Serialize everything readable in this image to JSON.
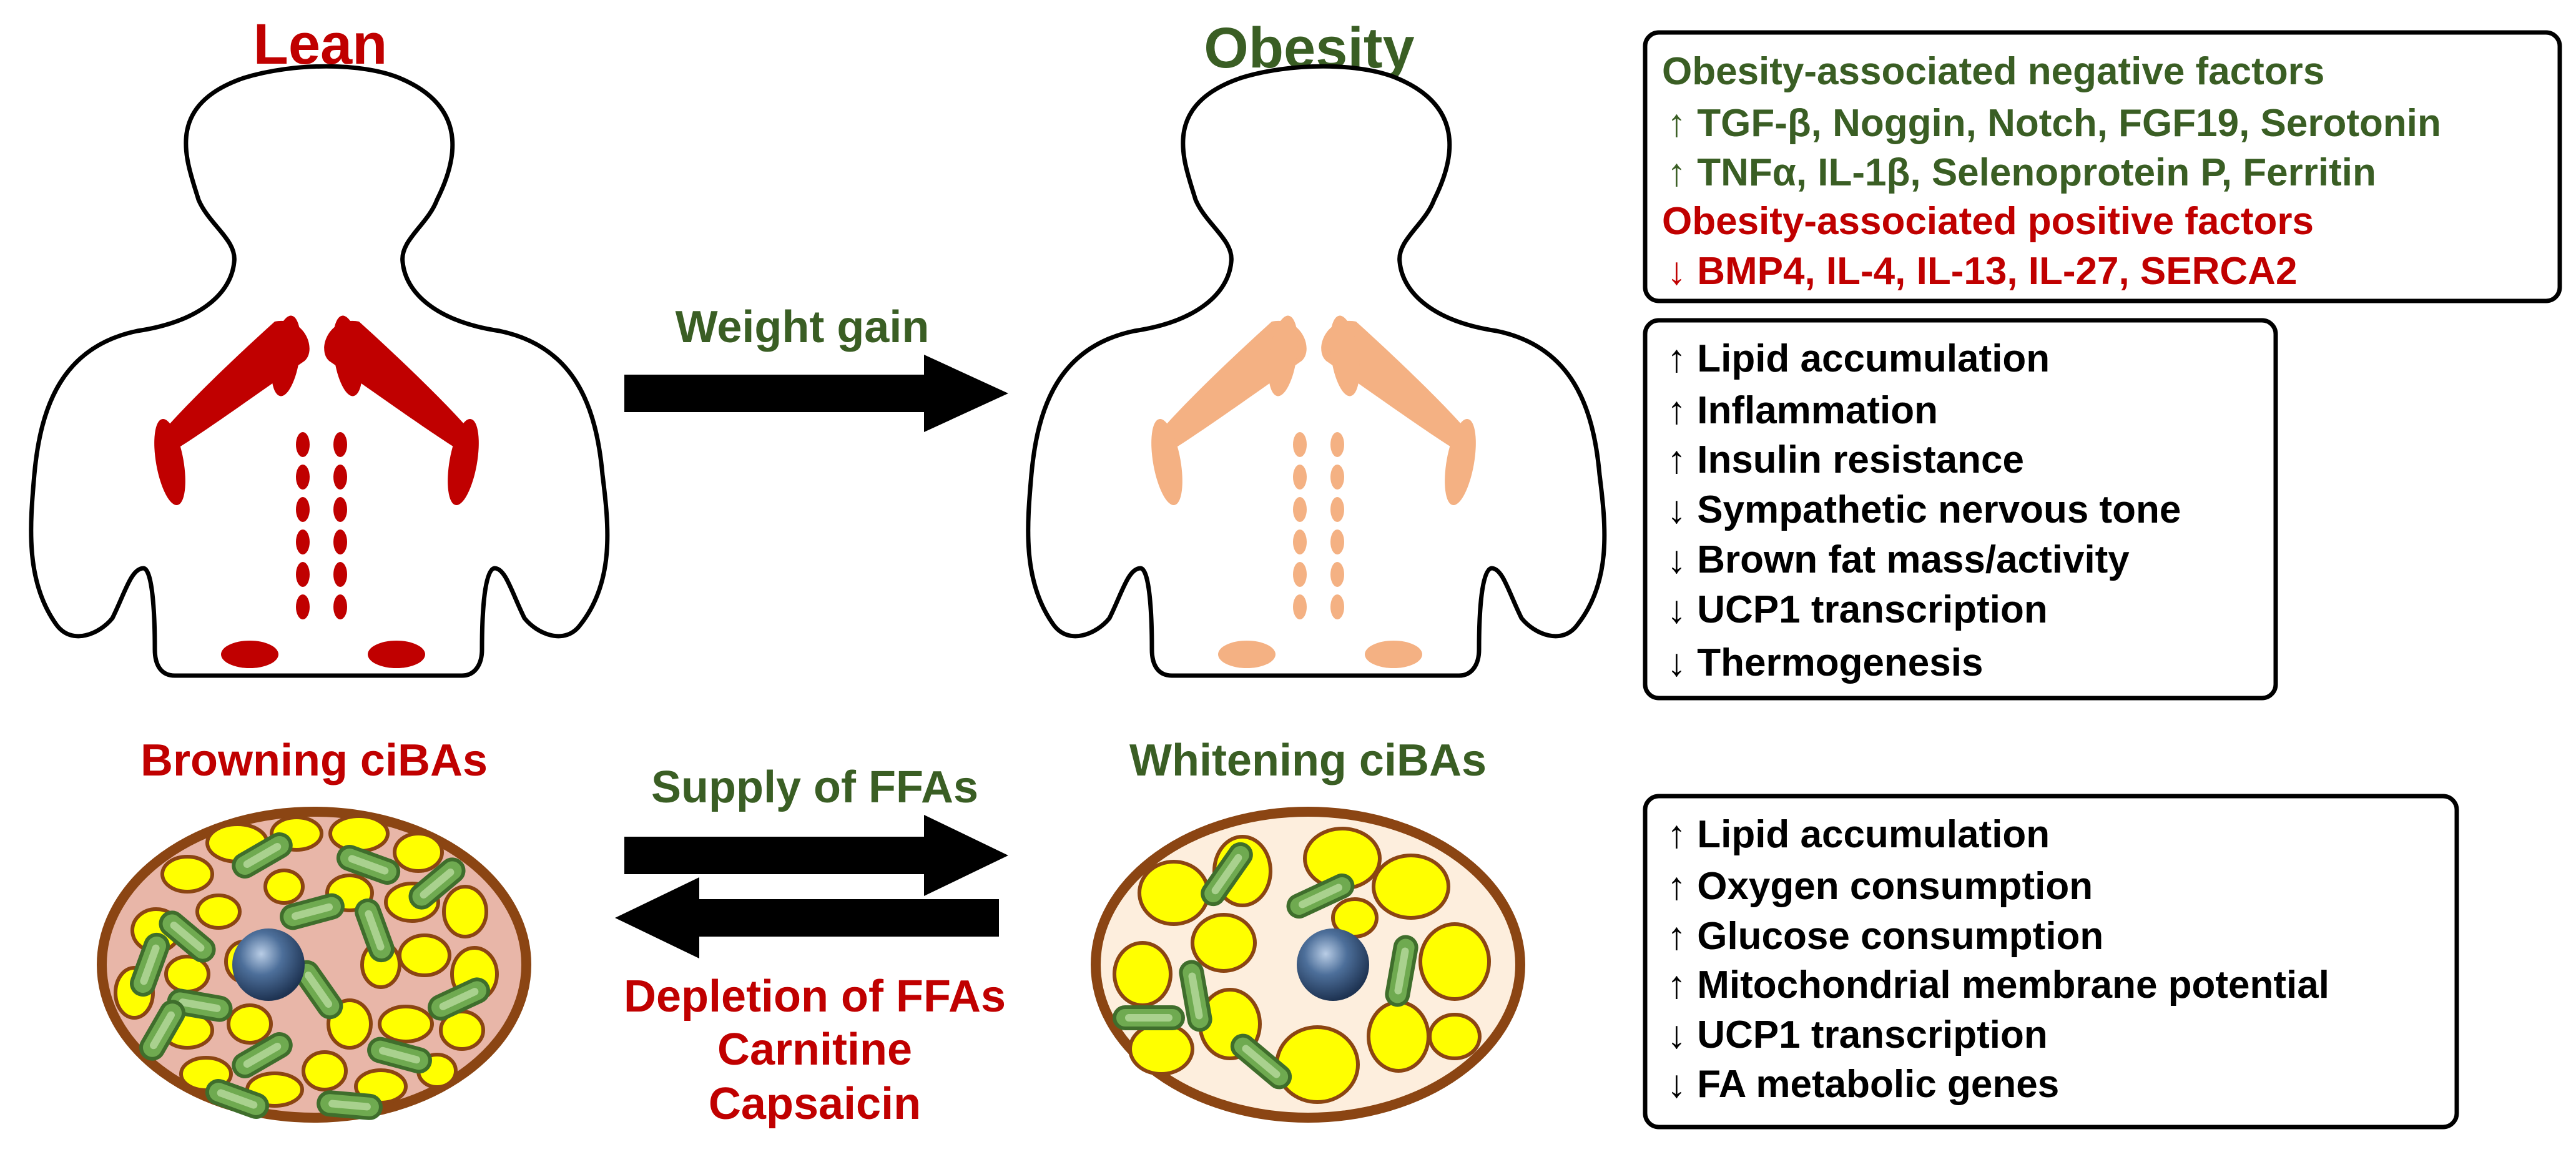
{
  "colors": {
    "red": "#c00000",
    "green": "#3a5e24",
    "black": "#000000",
    "lean_fat": "#c00000",
    "obese_fat": "#f4b183",
    "cell_border": "#8b4513",
    "lean_cytoplasm": "#e8b6a8",
    "obese_cytoplasm": "#fdeedd",
    "lipid": "#ffff00",
    "mito": "#6faa50",
    "nucleus": "#3b5a80"
  },
  "labels": {
    "lean": "Lean",
    "obesity": "Obesity",
    "weight_gain": "Weight gain",
    "browning": "Browning ciBAs",
    "whitening": "Whitening ciBAs",
    "supply": "Supply of FFAs",
    "depletion": "Depletion of FFAs",
    "carnitine": "Carnitine",
    "capsaicin": "Capsaicin"
  },
  "factors_box": {
    "negative_title": "Obesity-associated negative factors",
    "negative_items": [
      "↑ TGF-β, Noggin, Notch, FGF19, Serotonin",
      "↑ TNFα, IL-1β, Selenoprotein P, Ferritin"
    ],
    "positive_title": "Obesity-associated positive factors",
    "positive_items": [
      "↓ BMP4, IL-4, IL-13, IL-27, SERCA2"
    ]
  },
  "obesity_effects": [
    "↑ Lipid accumulation",
    "↑ Inflammation",
    "↑ Insulin resistance",
    "↓ Sympathetic nervous tone",
    "↓ Brown fat mass/activity",
    "↓ UCP1 transcription",
    "↓ Thermogenesis"
  ],
  "whitening_effects": [
    "↑ Lipid accumulation",
    "↑ Oxygen consumption",
    "↑ Glucose consumption",
    "↑ Mitochondrial membrane potential",
    "↓ UCP1 transcription",
    "↓ FA metabolic genes"
  ],
  "icons": {
    "weight_gain_arrow": "right-arrow-icon",
    "supply_arrow": "right-arrow-icon",
    "depletion_arrow": "left-arrow-icon"
  }
}
